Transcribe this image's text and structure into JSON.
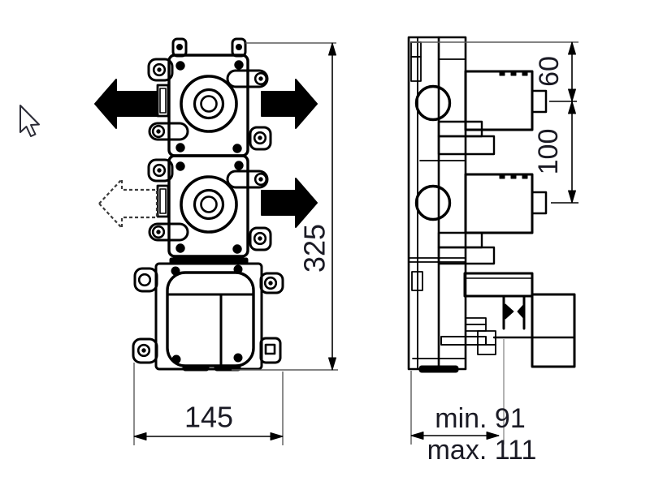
{
  "drawing": {
    "front_view": {
      "height_label": "325",
      "width_label": "145"
    },
    "side_view": {
      "top_offset_label": "60",
      "spacing_label": "100",
      "depth_min_label": "min. 91",
      "depth_max_label": "max. 111"
    }
  },
  "icons": {
    "cursor": "mouse-pointer-arrow"
  },
  "colors": {
    "background": "#ffffff",
    "line": "#000000",
    "dimension_text": "#1a1a24",
    "extension_line": "#5a5a5a"
  }
}
